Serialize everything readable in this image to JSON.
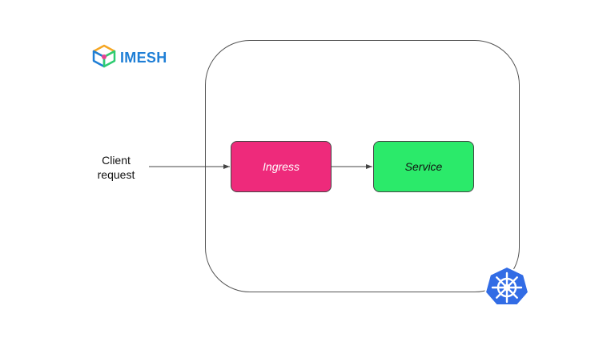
{
  "brand": {
    "name": "IMESH",
    "color": "#1f7fd6",
    "icon": "imesh-cube-logo-icon"
  },
  "diagram": {
    "client_label_line1": "Client",
    "client_label_line2": "request",
    "nodes": [
      {
        "label": "Ingress",
        "color": "#ee2a7b"
      },
      {
        "label": "Service",
        "color": "#2bea6a"
      }
    ],
    "cluster_icon": "kubernetes-helm-icon",
    "cluster_icon_color": "#326ce5"
  }
}
